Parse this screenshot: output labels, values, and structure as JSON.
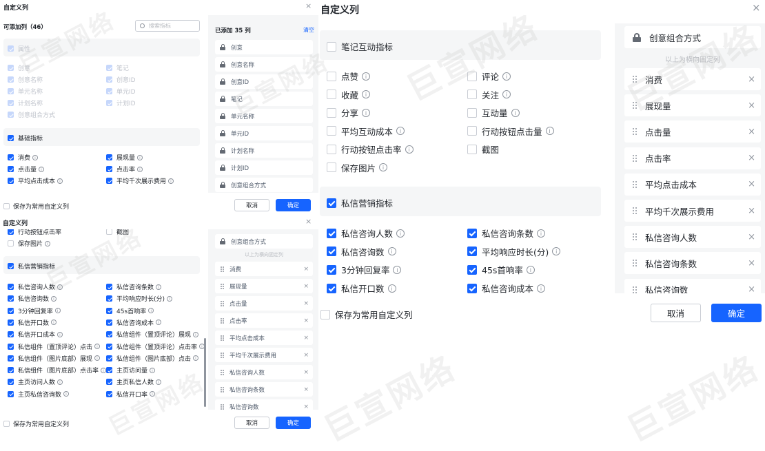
{
  "watermark": "巨宣网络",
  "panel_a": {
    "title": "自定义列",
    "available_label": "可添加列（46）",
    "search_placeholder": "搜索指标",
    "groups": [
      {
        "title": "属性",
        "items": [
          "创意",
          "笔记",
          "创意名称",
          "创意ID",
          "单元名称",
          "单元ID",
          "计划名称",
          "计划ID",
          "创意组合方式"
        ]
      },
      {
        "title": "基础指标",
        "items": [
          "消费",
          "展现量",
          "点击量",
          "点击率",
          "平均点击成本",
          "平均千次展示费用"
        ]
      }
    ],
    "added_label": "已添加 35 列",
    "clear_label": "清空",
    "selected": [
      "创意",
      "创意名称",
      "创意ID",
      "笔记",
      "单元名称",
      "单元ID",
      "计划名称",
      "计划ID",
      "创意组合方式"
    ],
    "footer": {
      "save_label": "保存为常用自定义列",
      "cancel": "取消",
      "ok": "确定"
    }
  },
  "panel_b": {
    "title": "自定义列",
    "peek": [
      "行动按钮点击率",
      "截图",
      "保存图片"
    ],
    "group_title": "私信营销指标",
    "items": [
      "私信咨询人数",
      "私信咨询条数",
      "私信咨询数",
      "平均响应时长(分)",
      "3分钟回复率",
      "45s首响率",
      "私信开口数",
      "私信咨询成本",
      "私信开口成本",
      "私信组件（置顶评论）展现",
      "私信组件（置顶评论）点击",
      "私信组件（置顶评论）点击率",
      "私信组件（图片底部）展现",
      "私信组件（图片底部）点击",
      "私信组件（图片底部）点击率",
      "主页访问量",
      "主页访问人数",
      "主页私信人数",
      "主页私信咨询数",
      "私信开口率"
    ],
    "locked": "创意组合方式",
    "divider": "以上为横向固定列",
    "selected": [
      "消费",
      "展现量",
      "点击量",
      "点击率",
      "平均点击成本",
      "平均千次展示费用",
      "私信咨询人数",
      "私信咨询条数",
      "私信咨询数"
    ],
    "footer": {
      "save_label": "保存为常用自定义列",
      "cancel": "取消",
      "ok": "确定"
    }
  },
  "panel_c": {
    "title": "自定义列",
    "group1_title": "笔记互动指标",
    "group1_items": [
      "点赞",
      "评论",
      "收藏",
      "关注",
      "分享",
      "互动量",
      "平均互动成本",
      "行动按钮点击量",
      "行动按钮点击率",
      "截图",
      "保存图片"
    ],
    "group2_title": "私信营销指标",
    "group2_items": [
      "私信咨询人数",
      "私信咨询条数",
      "私信咨询数",
      "平均响应时长(分)",
      "3分钟回复率",
      "45s首响率",
      "私信开口数",
      "私信咨询成本"
    ],
    "locked": "创意组合方式",
    "divider": "以上为横向固定列",
    "selected": [
      "消费",
      "展现量",
      "点击量",
      "点击率",
      "平均点击成本",
      "平均千次展示费用",
      "私信咨询人数",
      "私信咨询条数",
      "私信咨询数"
    ],
    "footer": {
      "save_label": "保存为常用自定义列",
      "cancel": "取消",
      "ok": "确定"
    }
  },
  "colors": {
    "primary": "#1664ff",
    "panel_bg": "#f5f6f7",
    "text": "#1f2329",
    "muted": "#8f959e"
  },
  "icons": [
    "close-icon",
    "search-icon",
    "info-icon",
    "lock-icon",
    "drag-handle-icon",
    "remove-icon",
    "checkbox-checked",
    "checkbox-unchecked"
  ]
}
